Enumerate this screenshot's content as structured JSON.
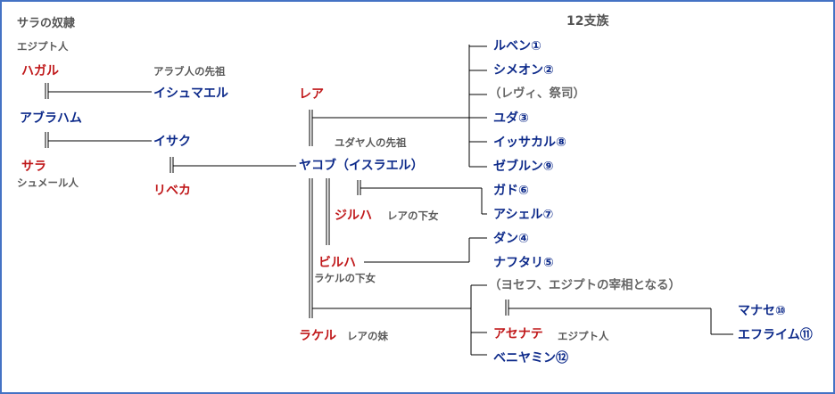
{
  "header": {
    "tribes_title": "12支族",
    "sarah_slave": "サラの奴隷"
  },
  "notes": {
    "egypt_top": "エジプト人",
    "arab_ancestor": "アラブ人の先祖",
    "sumer": "シュメール人",
    "jew_ancestor": "ユダヤ人の先祖",
    "leah_maid": "レアの下女",
    "rachel_maid": "ラケルの下女",
    "leah_sister": "レアの妹",
    "egypt_asenath": "エジプト人"
  },
  "people": {
    "hagar": "ハガル",
    "abraham": "アブラハム",
    "sarah": "サラ",
    "ishmael": "イシュマエル",
    "isaac": "イサク",
    "rebekah": "リベカ",
    "leah": "レア",
    "jacob": "ヤコブ（イスラエル）",
    "zilpah": "ジルハ",
    "bilhah": "ビルハ",
    "rachel": "ラケル",
    "asenath": "アセナテ",
    "manasseh": "マナセ⑩",
    "ephraim": "エフライム⑪"
  },
  "tribes": {
    "reuben": "ルベン①",
    "simeon": "シメオン②",
    "levi": "（レヴィ、祭司）",
    "judah": "ユダ③",
    "issachar": "イッサカル⑧",
    "zebulun": "ゼブルン⑨",
    "gad": "ガド⑥",
    "asher": "アシェル⑦",
    "dan": "ダン④",
    "naphtali": "ナフタリ⑤",
    "joseph": "（ヨセフ、エジプトの宰相となる）",
    "benjamin": "ベニヤミン⑫"
  }
}
